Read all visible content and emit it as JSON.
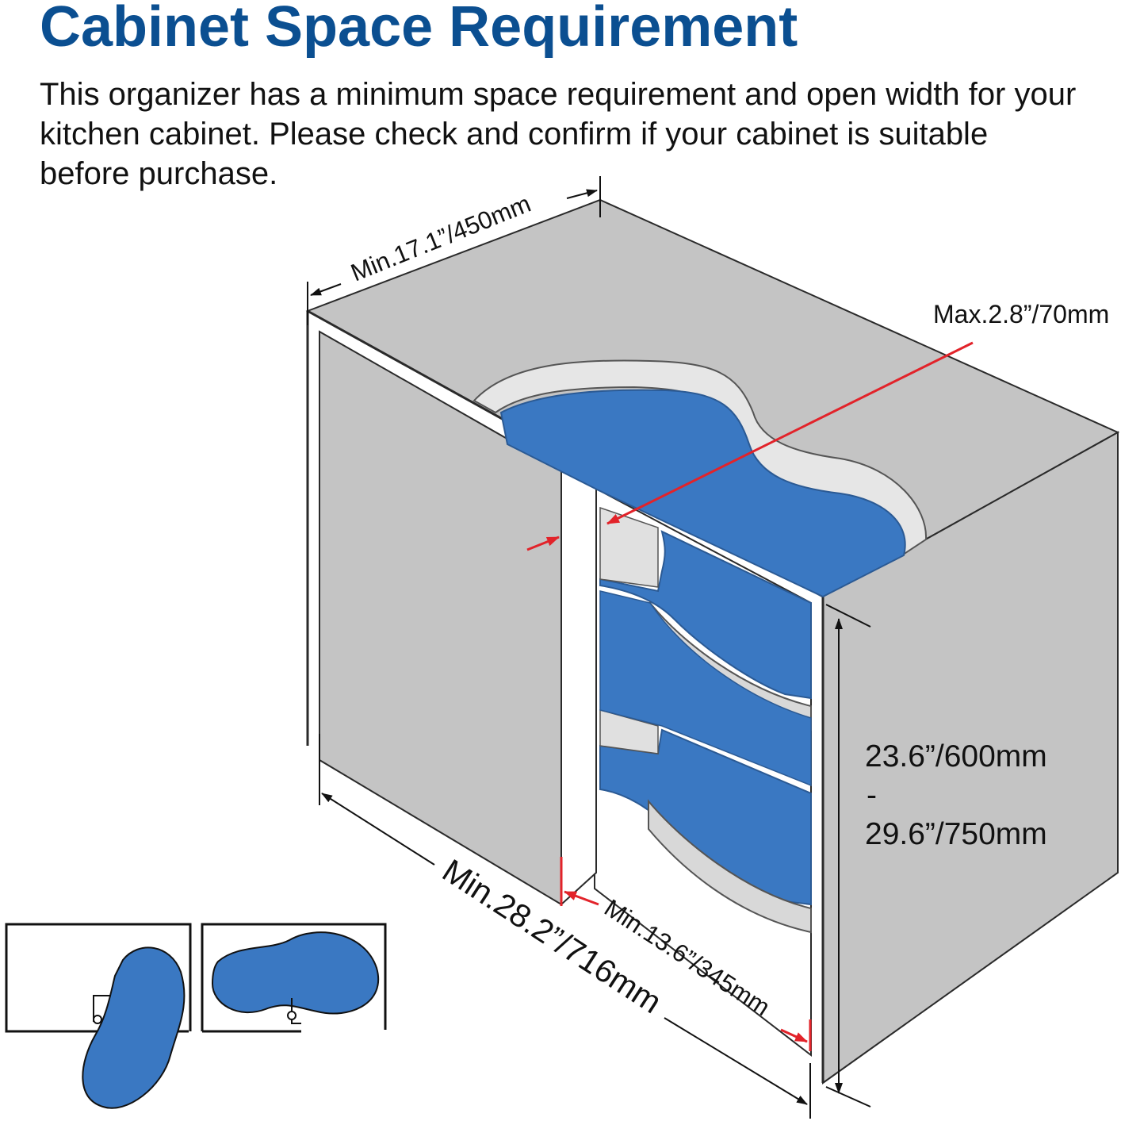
{
  "title": "Cabinet Space Requirement",
  "description_lines": [
    "This organizer has a minimum space requirement and open width for your",
    "kitchen cabinet. Please check and confirm if your cabinet is suitable",
    "before purchase."
  ],
  "dimensions": {
    "depth": "Min.17.1”/450mm",
    "frame": "Max.2.8”/70mm",
    "height_min": "23.6”/600mm",
    "height_sep": "-",
    "height_max": "29.6”/750mm",
    "width": "Min.28.2”/716mm",
    "opening": "Min.13.6”/345mm"
  },
  "colors": {
    "title": "#0b4f91",
    "panel": "#c4c4c4",
    "shelf": "#3a78c2",
    "arrow": "#e2232a"
  },
  "icons": [
    "left-corner-layout-icon",
    "right-corner-layout-icon"
  ]
}
